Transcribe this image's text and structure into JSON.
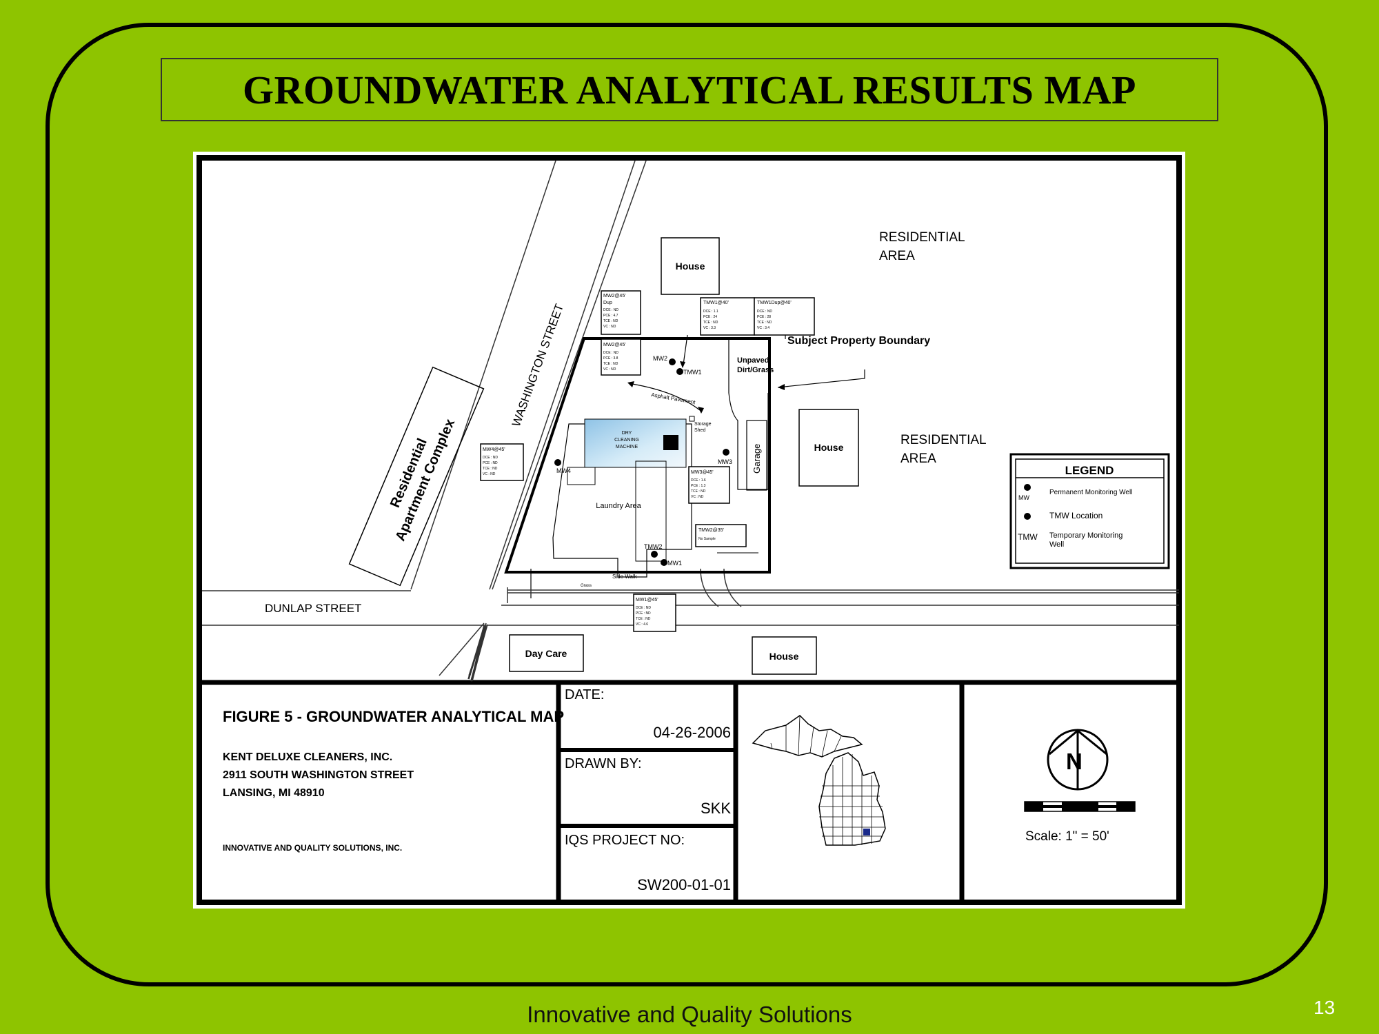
{
  "slide": {
    "title": "GROUNDWATER ANALYTICAL RESULTS MAP",
    "footer": "Innovative and Quality Solutions",
    "page_number": "13"
  },
  "map": {
    "street_washington": "WASHINGTON STREET",
    "street_dunlap": "DUNLAP STREET",
    "apartment_line1": "Residential",
    "apartment_line2": "Apartment Complex",
    "res_area1_line1": "RESIDENTIAL",
    "res_area1_line2": "AREA",
    "res_area2_line1": "RESIDENTIAL",
    "res_area2_line2": "AREA",
    "house_top": "House",
    "house_right": "House",
    "house_bottom": "House",
    "day_care": "Day Care",
    "subject_boundary": "Subject Property Boundary",
    "unpaved_line1": "Unpaved",
    "unpaved_line2": "Dirt/Grass",
    "garage": "Garage",
    "dry_cleaning_line1": "DRY",
    "dry_cleaning_line2": "CLEANING",
    "dry_cleaning_line3": "MACHINE",
    "storage_line1": "Storage",
    "storage_line2": "Shed",
    "asphalt": "Asphalt Pavement",
    "laundry_area": "Laundry Area",
    "side_walk": "Side Walk",
    "grass": "Grass",
    "wells": {
      "mw1": "MW1",
      "mw2": "MW2",
      "mw3": "MW3",
      "mw4": "MW4",
      "tmw1": "TMW1",
      "tmw2": "TMW2"
    },
    "sample_boxes": [
      {
        "id": "mw2dup",
        "title": "MW2@45'",
        "title2": "Dup",
        "rows": [
          "DCE : ND",
          "PCE : 4.7",
          "TCE : ND",
          "VC : ND"
        ]
      },
      {
        "id": "mw2",
        "title": "MW2@45'",
        "title2": "",
        "rows": [
          "DCE : ND",
          "PCE : 3.8",
          "TCE : ND",
          "VC : ND"
        ]
      },
      {
        "id": "tmw1",
        "title": "TMW1@40'",
        "title2": "",
        "rows": [
          "DCE : 1.1",
          "PCE : 24",
          "TCE : ND",
          "VC : 3.3"
        ]
      },
      {
        "id": "tmw1dup",
        "title": "TMW1Dup@40'",
        "title2": "",
        "rows": [
          "DCE : ND",
          "PCE : 28",
          "TCE : ND",
          "VC : 3.4"
        ]
      },
      {
        "id": "mw4",
        "title": "MW4@45'",
        "title2": "",
        "rows": [
          "DCE : ND",
          "PCE : ND",
          "TCE : ND",
          "VC : ND"
        ]
      },
      {
        "id": "mw3",
        "title": "MW3@45'",
        "title2": "",
        "rows": [
          "DCE : 1.6",
          "PCE : 1.3",
          "TCE : ND",
          "VC : ND"
        ]
      },
      {
        "id": "mw1",
        "title": "MW1@45'",
        "title2": "",
        "rows": [
          "DCE : ND",
          "PCE : ND",
          "TCE : ND",
          "VC : 4.6"
        ]
      }
    ],
    "tmw2_box_title": "TMW2@35'",
    "tmw2_box_note": "No Sample",
    "legend": {
      "title": "LEGEND",
      "mw_symbol": "MW",
      "mw_text": "Permanent Monitoring Well",
      "tmw_loc_text": "TMW Location",
      "tmw_symbol": "TMW",
      "tmw_text_line1": "Temporary Monitoring",
      "tmw_text_line2": "Well"
    }
  },
  "title_block": {
    "figure_title": "FIGURE 5 - GROUNDWATER ANALYTICAL MAP",
    "company": "KENT DELUXE CLEANERS, INC.",
    "address1": "2911 SOUTH WASHINGTON STREET",
    "address2": "LANSING, MI 48910",
    "consultant": "INNOVATIVE AND QUALITY SOLUTIONS, INC.",
    "date_label": "DATE:",
    "date_value": "04-26-2006",
    "drawn_label": "DRAWN BY:",
    "drawn_value": "SKK",
    "project_label": "IQS PROJECT NO:",
    "project_value": "SW200-01-01",
    "north": "N",
    "scale": "Scale:  1\" = 50'"
  },
  "colors": {
    "background": "#8ec400",
    "frame": "#000000",
    "building_fill": "#bcdcf0",
    "county_marker": "#1a2a8a"
  }
}
